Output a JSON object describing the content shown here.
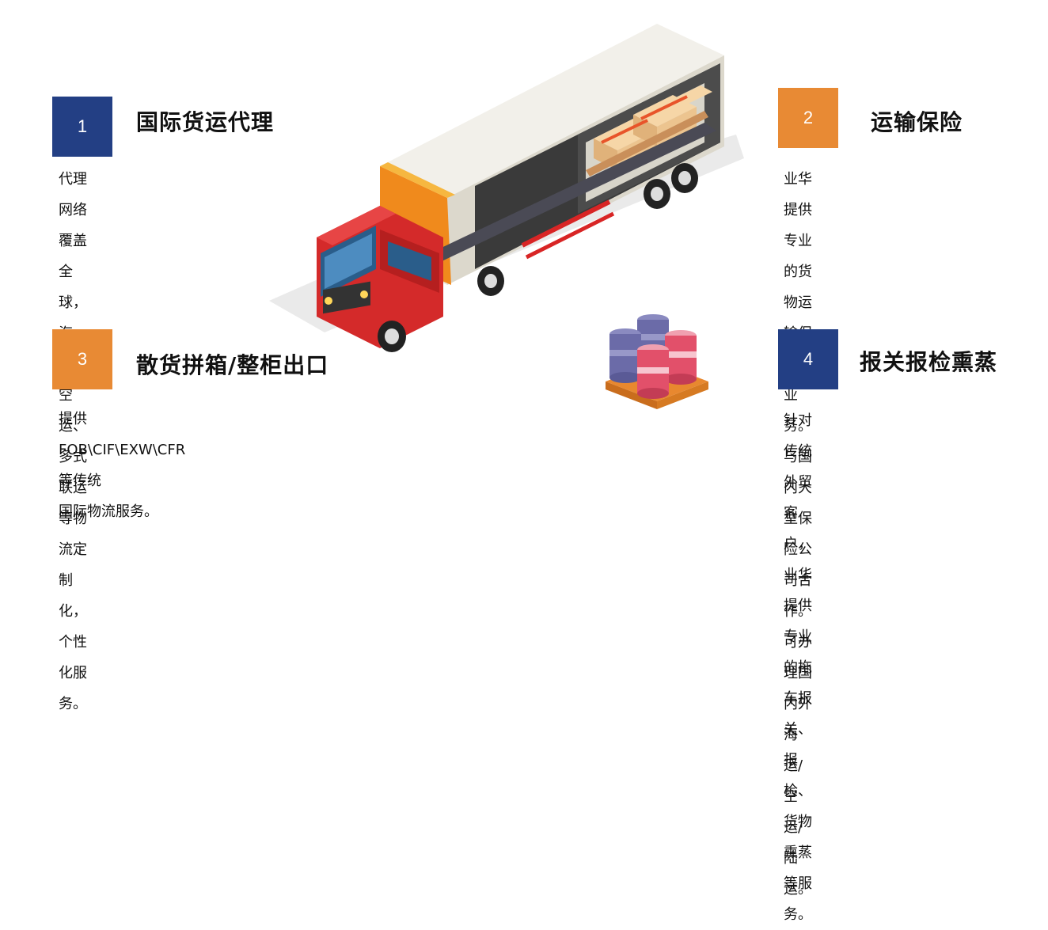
{
  "services": [
    {
      "number": "1",
      "title": "国际货运代理",
      "description": "代理网络覆盖全球，海、路、\n空运、多式联运等物流定制化，\n个性化服务。",
      "color": "#233f84"
    },
    {
      "number": "2",
      "title": "运输保险",
      "description": "业华提供专业的货物运输保险\n业务。与国内大型保险公司合\n作。可办理国内外海运/空运/\n陆运。",
      "color": "#e88a34"
    },
    {
      "number": "3",
      "title": "散货拼箱/整柜出口",
      "description": "提供FOB\\CIF\\EXW\\CFR等传统\n国际物流服务。",
      "color": "#e88a34"
    },
    {
      "number": "4",
      "title": "报关报检熏蒸",
      "description": "针对传统外贸客户，业华提供\n专业的拖车报关、报检、货物\n熏蒸等服务。",
      "color": "#233f84"
    }
  ],
  "illustrations": {
    "truck": "truck-illustration",
    "barrels": "barrels-on-pallet-illustration"
  }
}
